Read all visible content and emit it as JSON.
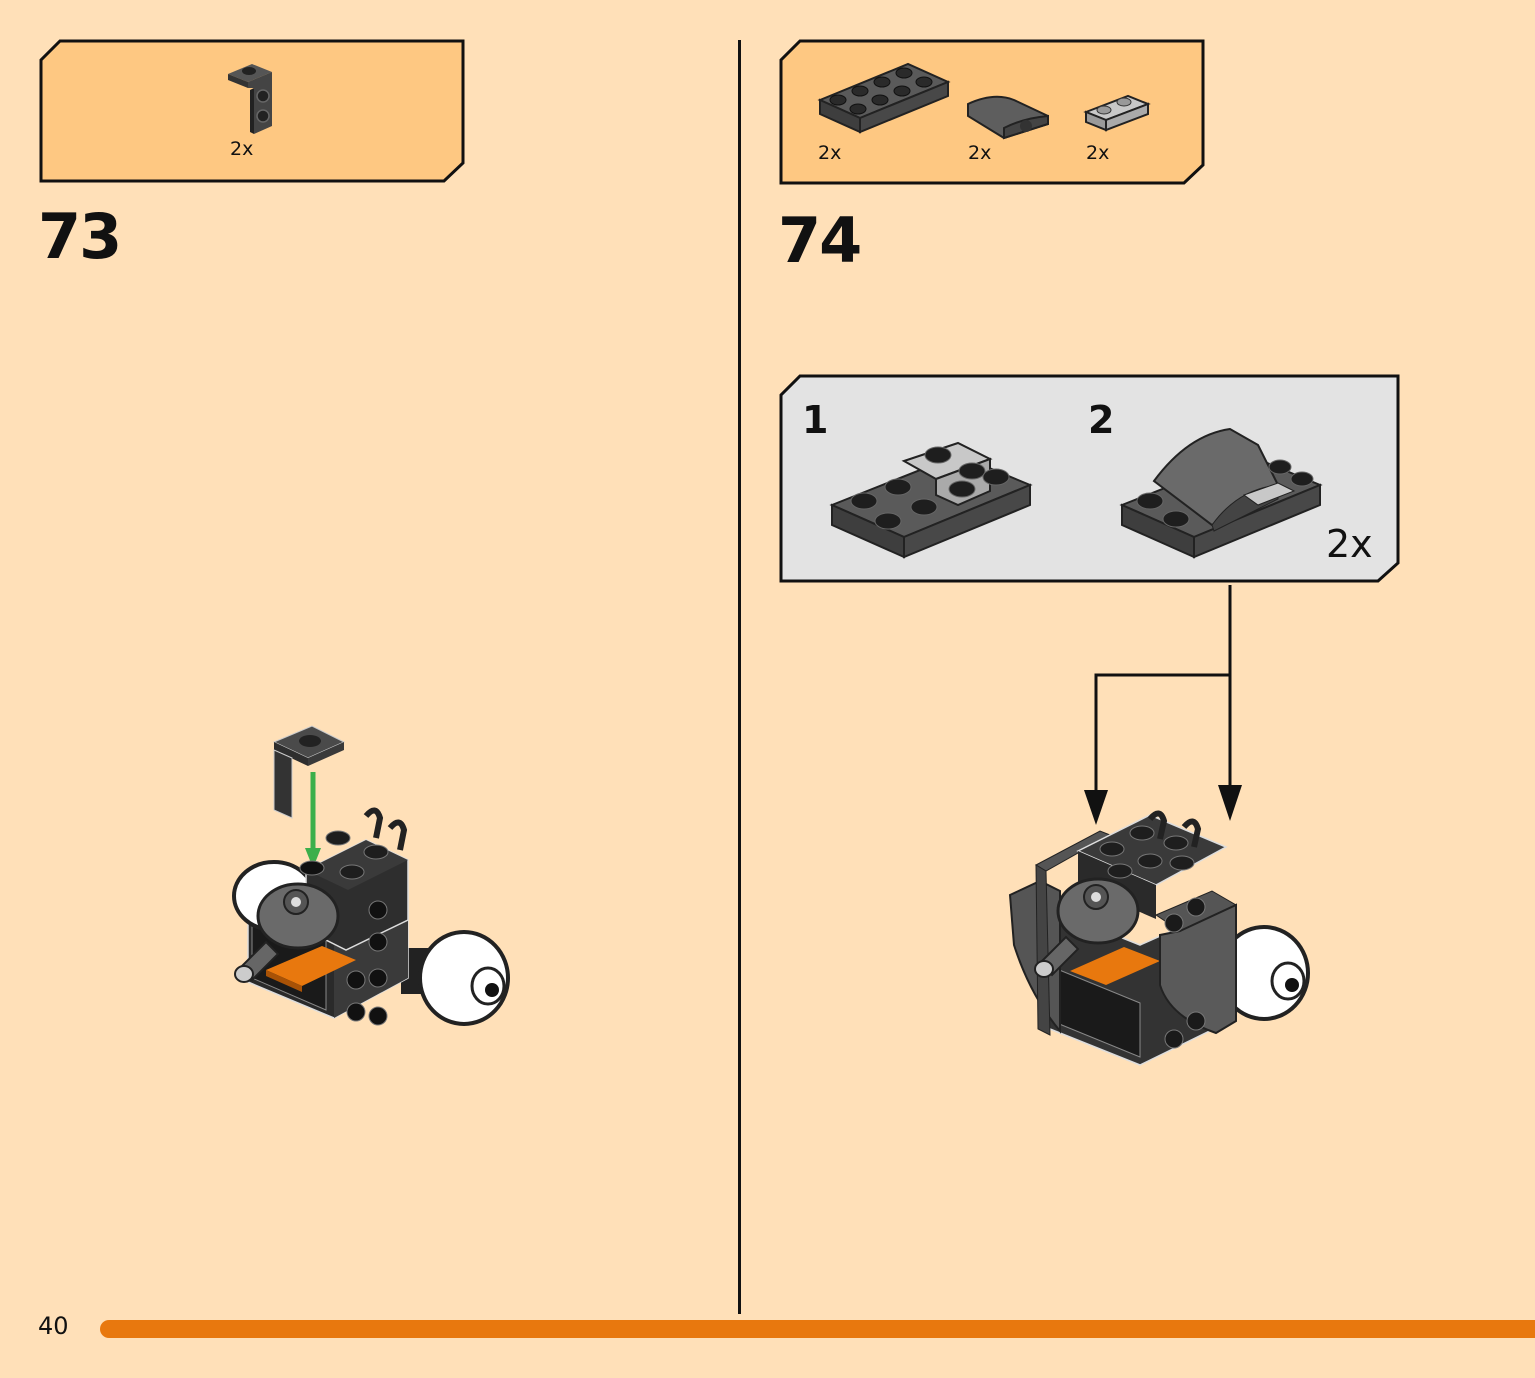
{
  "page": {
    "number": "40",
    "progress_percent": 100
  },
  "colors": {
    "background": "#FFE0B8",
    "parts_box": "#FEC882",
    "submodel_box": "#E3E3E3",
    "accent": "#E8780E",
    "arrow_green": "#3BAF4B"
  },
  "step73": {
    "number": "73",
    "parts": [
      {
        "name": "bracket-1x1-dark-gray",
        "qty": "2x"
      }
    ]
  },
  "step74": {
    "number": "74",
    "parts": [
      {
        "name": "plate-2x4-dark-gray",
        "qty": "2x"
      },
      {
        "name": "curved-slope-2x2-dark-gray",
        "qty": "2x"
      },
      {
        "name": "plate-1x2-light-gray",
        "qty": "2x"
      }
    ],
    "submodel": {
      "steps": [
        {
          "label": "1"
        },
        {
          "label": "2"
        }
      ],
      "multiplier": "2x"
    }
  }
}
